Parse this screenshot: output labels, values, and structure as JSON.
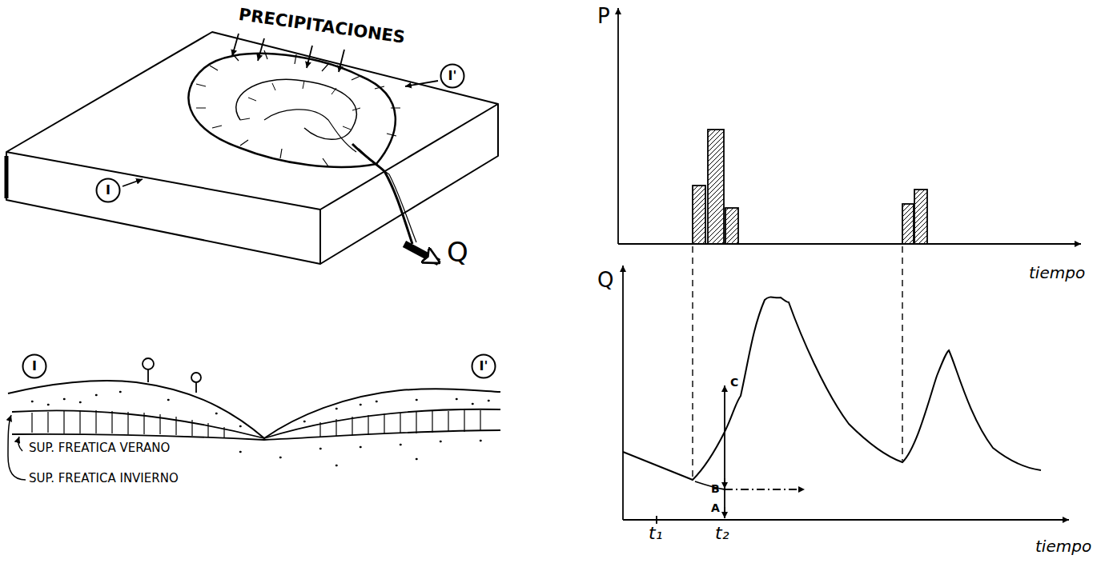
{
  "diagram": {
    "nodes": [
      {
        "text": [
          "I'"
        ]
      },
      {
        "text": [
          "I"
        ]
      },
      {
        "text": [
          "I"
        ]
      },
      {
        "text": [
          "I'"
        ]
      }
    ],
    "labels": [
      "PRECIPITACIONES",
      "Q",
      "SUP. FREATICA VERANO",
      "SUP. FREATICA INVIERNO",
      "P",
      "tiempo",
      "Q",
      "C",
      "B",
      "A",
      "t₁",
      "t₂",
      "tiempo"
    ]
  }
}
